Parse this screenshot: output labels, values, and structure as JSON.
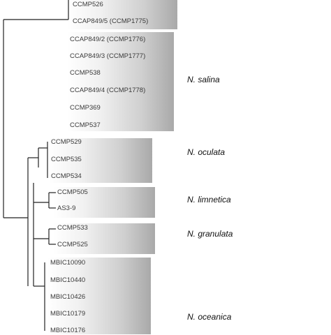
{
  "clades": [
    {
      "species": "N. salina",
      "strains": [
        "CCMP526",
        "CCAP849/5 (CCMP1775)",
        "CCAP849/2 (CCMP1776)",
        "CCAP849/3 (CCMP1777)",
        "CCMP538",
        "CCAP849/4 (CCMP1778)",
        "CCMP369",
        "CCMP537"
      ]
    },
    {
      "species": "N. oculata",
      "strains": [
        "CCMP529",
        "CCMP535",
        "CCMP534"
      ]
    },
    {
      "species": "N. limnetica",
      "strains": [
        "CCMP505",
        "AS3-9"
      ]
    },
    {
      "species": "N. granulata",
      "strains": [
        "CCMP533",
        "CCMP525"
      ]
    },
    {
      "species": "N. oceanica",
      "strains": [
        "MBIC10090",
        "MBIC10440",
        "MBIC10426",
        "MBIC10179",
        "MBIC10176"
      ]
    }
  ]
}
